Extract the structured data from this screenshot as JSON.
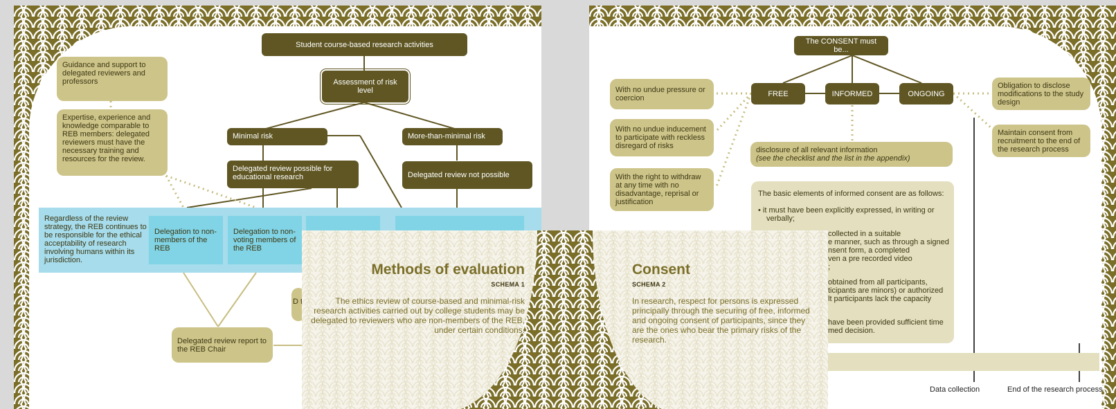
{
  "schema1": {
    "top_title": "Student course-based research activities",
    "assessment": "Assessment of risk level",
    "minimal_risk": "Minimal risk",
    "more_than_minimal": "More-than-minimal risk",
    "delegated_possible": "Delegated review possible for educational research",
    "delegated_not_possible": "Delegated review not possible",
    "guidance": "Guidance and support to delegated reviewers and professors",
    "expertise": "Expertise, experience and knowledge comparable to REB members: delegated reviewers must have the necessary training and resources for the review.",
    "regardless": "Regardless of the review strategy, the REB continues to be responsible for the ethical acceptability of research involving humans within its jurisdiction.",
    "delegation_nonmembers": "Delegation to non-members of the REB",
    "delegation_nonvoting": "Delegation to non-voting members of the REB",
    "report": "Delegated review report to the REB Chair",
    "partial_box": "D t"
  },
  "schema2": {
    "consent_title": "The CONSENT must be...",
    "free": "FREE",
    "informed": "INFORMED",
    "ongoing": "ONGOING",
    "no_pressure": "With no undue pressure or coercion",
    "no_inducement": "With no undue inducement to participate with reckless disregard of risks",
    "right_withdraw": "With the right to withdraw at any time with no disadvantage, reprisal or justification",
    "disclosure_line1": "disclosure of all relevant information",
    "disclosure_line2": "(see the checklist and the list in the appendix)",
    "obligation": "Obligation to disclose modifications to the study design",
    "maintain": "Maintain consent from recruitment to the end of the research process",
    "basic_intro": "The basic elements of informed consent are as follows:",
    "basic_item1": "it must have been explicitly expressed, in writing or verbally;",
    "basic_frag1": "collected in a suitable",
    "basic_frag2": "e manner, such as through a signed",
    "basic_frag3": "nsent form, a completed",
    "basic_frag4": "ven a pre recorded video",
    "basic_frag5": ";",
    "basic_frag6": "obtained from all participants,",
    "basic_frag7": "ticipants are minors) or authorized",
    "basic_frag8": "lt participants lack the capacity",
    "basic_frag9": "have been provided sufficient time",
    "basic_frag10": "med decision.",
    "data_collection": "Data collection",
    "end_process": "End of the research process"
  },
  "overlay": {
    "methods_title": "Methods of evaluation",
    "methods_schema": "SCHEMA 1",
    "methods_text": "The ethics review of course-based and minimal-risk research activities carried out by college students may be delegated to reviewers who are non-members of the REB, under certain conditions.",
    "consent_title": "Consent",
    "consent_schema": "SCHEMA 2",
    "consent_text": "In research, respect for persons is expressed principally through the securing of free, informed and ongoing consent of participants, since they are the ones who bear the primary risks of the research."
  },
  "colors": {
    "olive": "#7a6e28",
    "dark_box": "#5f5623",
    "khaki_box": "#cdc48a",
    "pale_box": "#e3dfbf",
    "light_blue": "#a6dcec",
    "cyan": "#80d4e6"
  }
}
